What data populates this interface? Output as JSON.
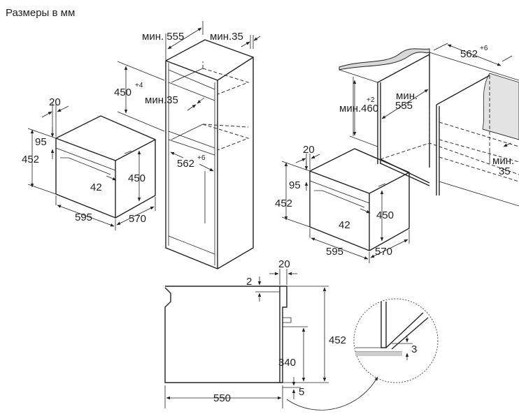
{
  "title": "Размеры в мм",
  "oven": {
    "d20": "20",
    "d95": "95",
    "d452": "452",
    "d450": "450",
    "d42": "42",
    "d595": "595",
    "d570": "570"
  },
  "tall_cabinet": {
    "min555": "мин. 555",
    "min35_top": "мин.35",
    "h450": "450",
    "h450_tol": "+4",
    "min35": "мин.35",
    "w562": "562",
    "w562_tol": "+6"
  },
  "under_counter": {
    "min460": "мин.460",
    "min460_tol": "+2",
    "min555_a": "мин.",
    "min555_b": "555",
    "w562": "562",
    "w562_tol": "+6",
    "min35_a": "мин.",
    "min35_b": "35"
  },
  "side_view": {
    "d20": "20",
    "d2": "2",
    "d452": "452",
    "d340": "340",
    "d5": "5",
    "d550": "550",
    "d3": "3"
  }
}
